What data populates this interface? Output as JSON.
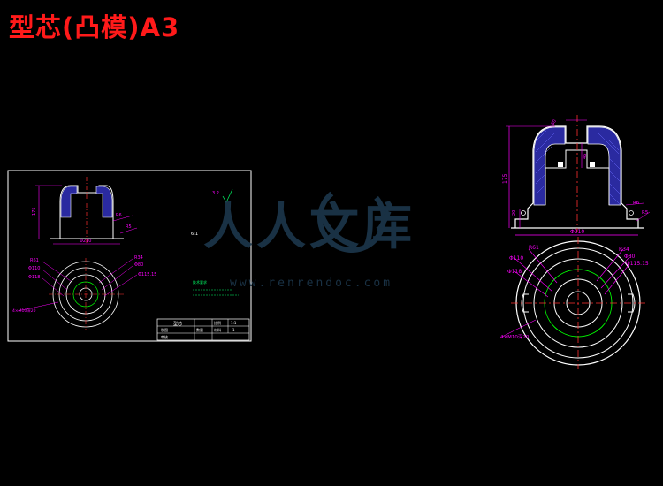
{
  "title": "型芯(凸模)A3",
  "colors": {
    "background": "#000000",
    "title": "#ff1a1a",
    "outline": "#ffffff",
    "dimension": "#ff00ff",
    "centerline": "#ff3030",
    "hatch": "#2a2aa0",
    "circle_green": "#00ff00",
    "annotation_green": "#00ff66"
  },
  "sheet": {
    "dims": {
      "height": "175",
      "base_dia": "Φ210",
      "r6": "R6",
      "r5": "R5"
    },
    "circle_labels": {
      "r61": "R61",
      "d110": "Φ110",
      "d118": "Φ118",
      "r34": "R34",
      "d80": "Φ80",
      "d115": "Φ115.15"
    },
    "bolt_label": "4×M10深20",
    "section_label": "6:1",
    "note_title": "技术要求",
    "roughness": "3.2",
    "title_block": {
      "name": "型芯",
      "scale": "比例",
      "material": "材料",
      "qty": "数量",
      "ratio": "1:1",
      "count": "1",
      "drawn": "制图",
      "checked": "审核"
    }
  },
  "detail": {
    "dims": {
      "height": "175",
      "top": "60",
      "inner": "46",
      "base_dia": "Φ210",
      "r6": "R6",
      "r5": "R5",
      "h20": "20"
    },
    "circle_labels": {
      "r61": "R61",
      "d110": "Φ110",
      "d118": "Φ118",
      "r34": "R34",
      "d80": "Φ80",
      "d115": "Φ115.15"
    },
    "bolt_label": "4×M10深20"
  },
  "watermark": {
    "brand": "人人文库",
    "url": "www.renrendoc.com"
  }
}
